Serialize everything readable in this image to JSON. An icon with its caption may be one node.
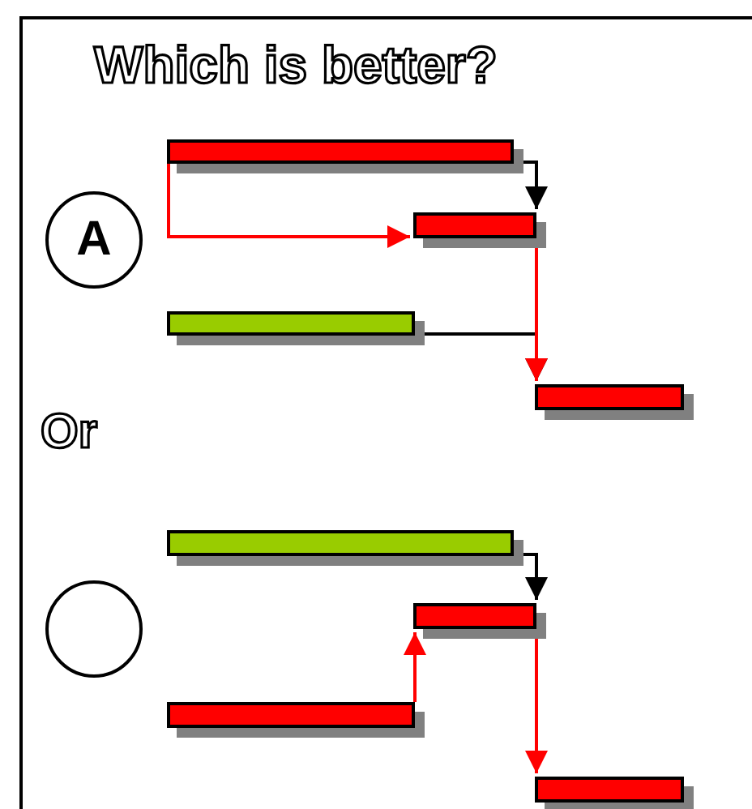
{
  "diagram": {
    "title": "Which is better?",
    "nodes": [
      {
        "text": [
          "A"
        ]
      },
      {
        "text": [],
        "shape": "bar"
      },
      {
        "text": [],
        "shape": "bar"
      },
      {
        "text": [],
        "shape": "bar"
      },
      {
        "text": [],
        "shape": "bar"
      },
      {
        "text": [],
        "shape": "circle"
      },
      {
        "text": [],
        "shape": "bar"
      },
      {
        "text": [],
        "shape": "bar"
      },
      {
        "text": [],
        "shape": "bar"
      },
      {
        "text": [],
        "shape": "bar"
      }
    ],
    "edges": [
      {
        "from": 1,
        "to": 2,
        "arrow": "to",
        "color": "#000000"
      },
      {
        "from": 1,
        "to": 2,
        "arrow": "to",
        "color": "#ff0000"
      },
      {
        "from": 2,
        "to": 4,
        "arrow": "to",
        "color": "#ff0000"
      },
      {
        "from": 3,
        "to": 4,
        "arrow": "to",
        "color": "#000000"
      },
      {
        "from": 6,
        "to": 7,
        "arrow": "to",
        "color": "#000000"
      },
      {
        "from": 8,
        "to": 7,
        "arrow": "to",
        "color": "#ff0000"
      },
      {
        "from": 7,
        "to": 9,
        "arrow": "to",
        "color": "#ff0000"
      }
    ],
    "labels": [
      "Or"
    ]
  }
}
